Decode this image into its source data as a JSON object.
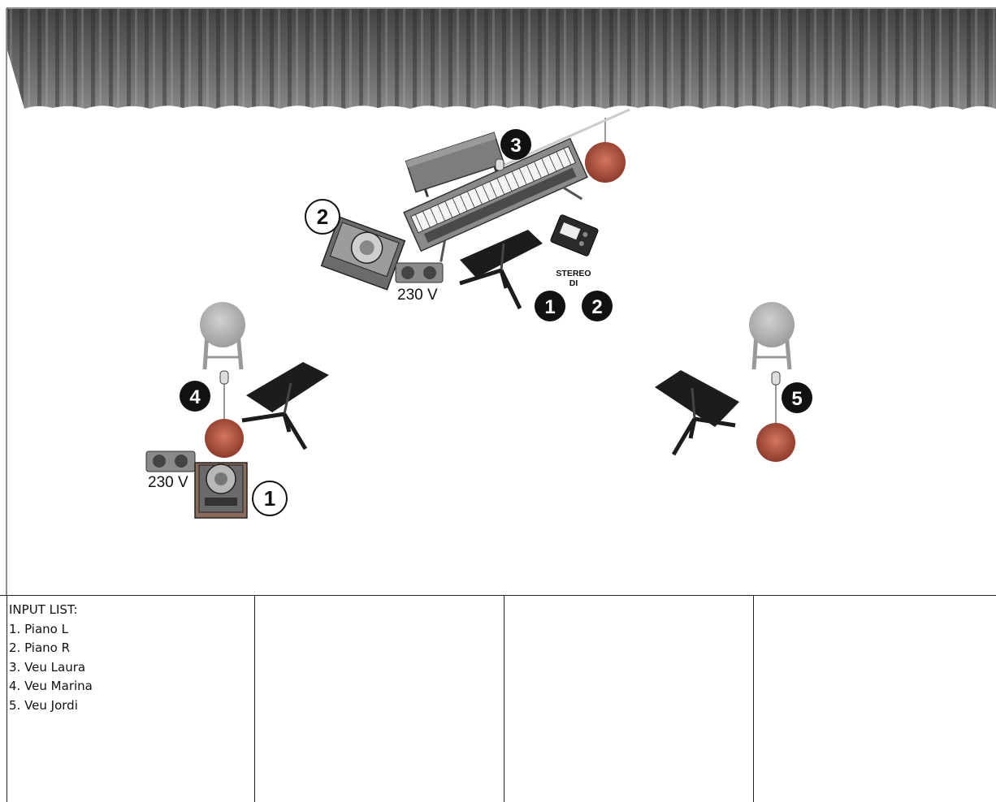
{
  "stage": {
    "power_labels": [
      "230 V",
      "230 V"
    ],
    "di_label_line1": "STEREO",
    "di_label_line2": "DI",
    "monitor_numbers": [
      "1",
      "2"
    ],
    "input_numbers": [
      "1",
      "2",
      "3",
      "4",
      "5"
    ]
  },
  "input_list": {
    "title": "INPUT LIST:",
    "items": [
      "1. Piano L",
      "2. Piano R",
      "3. Veu Laura",
      "4. Veu Marina",
      "5. Veu Jordi"
    ]
  },
  "colors": {
    "curtain": "#5a5a5a",
    "stool": "#b9b9b9",
    "mic_base": "#b85a4a",
    "badge": "#111111"
  }
}
